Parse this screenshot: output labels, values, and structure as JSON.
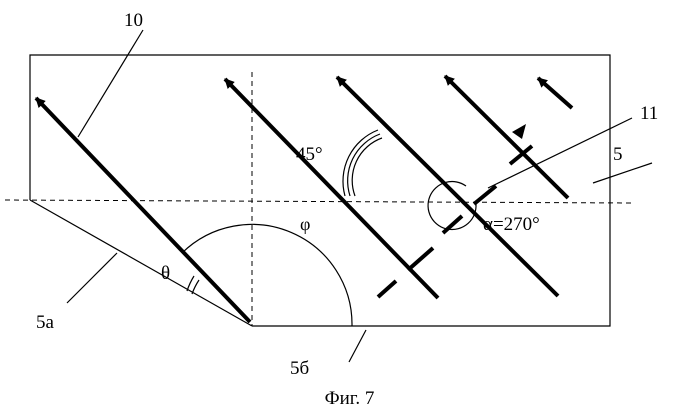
{
  "labels": {
    "ref_10": "10",
    "ref_11": "11",
    "ref_5": "5",
    "ref_5a": "5а",
    "ref_5b": "5б",
    "angle_45": "45°",
    "angle_phi": "φ",
    "angle_theta": "θ",
    "angle_alpha": "α=270°"
  },
  "caption": "Фиг. 7"
}
